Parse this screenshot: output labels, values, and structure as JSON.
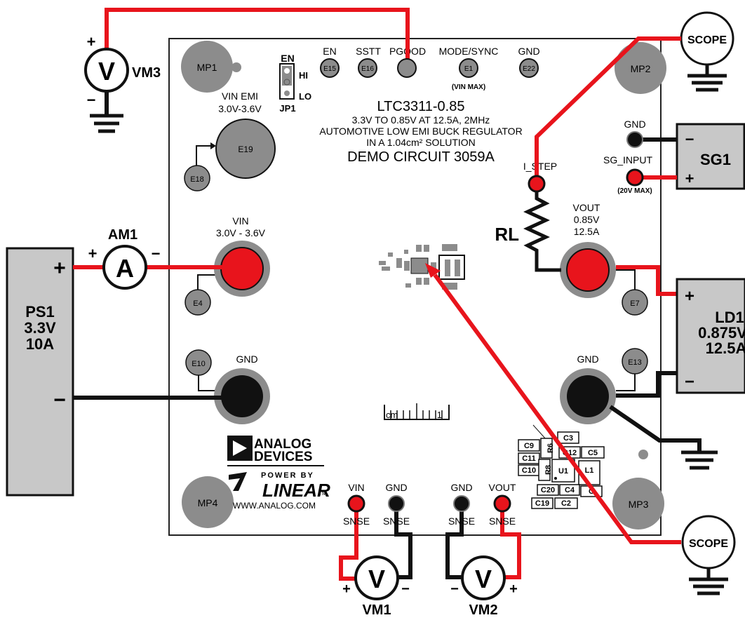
{
  "board": {
    "part": "LTC3311-0.85",
    "spec": "3.3V TO 0.85V AT 12.5A, 2MHz",
    "desc": "AUTOMOTIVE LOW EMI BUCK REGULATOR",
    "size": "IN A 1.04cm² SOLUTION",
    "demo": "DEMO CIRCUIT 3059A",
    "website": "WWW.ANALOG.COM",
    "scale_unit": "cm",
    "scale_one": "1"
  },
  "logos": {
    "analog_line1": "ANALOG",
    "analog_line2": "DEVICES",
    "power_by": "POWER BY",
    "linear": "LINEAR",
    "tm": "TM"
  },
  "mounting_holes": [
    "MP1",
    "MP2",
    "MP3",
    "MP4"
  ],
  "jumper": {
    "name": "EN",
    "hi": "HI",
    "lo": "LO",
    "ref": "JP1"
  },
  "top_turrets": [
    {
      "label": "EN",
      "id": "E15"
    },
    {
      "label": "SSTT",
      "id": "E16"
    },
    {
      "label": "PGOOD",
      "id": ""
    },
    {
      "label": "MODE/SYNC",
      "id": "E1",
      "note": "(VIN MAX)"
    },
    {
      "label": "GND",
      "id": "E22"
    }
  ],
  "vin_emi": {
    "line1": "VIN EMI",
    "line2": "3.0V-3.6V",
    "id": "E19",
    "sense": "E18"
  },
  "vin": {
    "line1": "VIN",
    "line2": "3.0V - 3.6V",
    "sense": "E4"
  },
  "gnd_left": {
    "label": "GND",
    "sense": "E10"
  },
  "vout": {
    "line1": "VOUT",
    "line2": "0.85V",
    "line3": "12.5A",
    "sense": "E7"
  },
  "gnd_right": {
    "label": "GND",
    "sense": "E13"
  },
  "sg_gnd": {
    "label": "GND"
  },
  "sg_input": {
    "label": "SG_INPUT",
    "note": "(20V MAX)"
  },
  "i_step": {
    "label": "I_STEP"
  },
  "rl": {
    "label": "RL"
  },
  "bottom_turrets": [
    {
      "top": "VIN",
      "bottom": "SNSE"
    },
    {
      "top": "GND",
      "bottom": "SNSE"
    },
    {
      "top": "GND",
      "bottom": "SNSE"
    },
    {
      "top": "VOUT",
      "bottom": "SNSE"
    }
  ],
  "components": [
    "C3",
    "C9",
    "R6",
    "C12",
    "C5",
    "C11",
    "C10",
    "R8",
    "U1",
    "L1",
    "C20",
    "C4",
    "C",
    "C19",
    "C2"
  ],
  "instruments": {
    "ps1": {
      "line1": "PS1",
      "line2": "3.3V",
      "line3": "10A",
      "plus": "+",
      "minus": "−"
    },
    "am1": {
      "name": "AM1",
      "symbol": "A",
      "plus": "+",
      "minus": "−"
    },
    "vm3": {
      "name": "VM3",
      "symbol": "V",
      "plus": "+",
      "minus": "−"
    },
    "vm1": {
      "name": "VM1",
      "symbol": "V",
      "plus": "+",
      "minus": "−"
    },
    "vm2": {
      "name": "VM2",
      "symbol": "V",
      "plus": "+",
      "minus": "−"
    },
    "sg1": {
      "name": "SG1",
      "plus": "+",
      "minus": "−"
    },
    "ld1": {
      "line1": "LD1",
      "line2": "0.875V",
      "line3": "12.5A",
      "plus": "+",
      "minus": "−"
    },
    "scope1": {
      "name": "SCOPE"
    },
    "scope2": {
      "name": "SCOPE"
    }
  },
  "colors": {
    "wire_red": "#e8141c",
    "wire_black": "#111111",
    "turret_gray": "#8c8c8c",
    "instrument_gray": "#c8c8c8"
  }
}
